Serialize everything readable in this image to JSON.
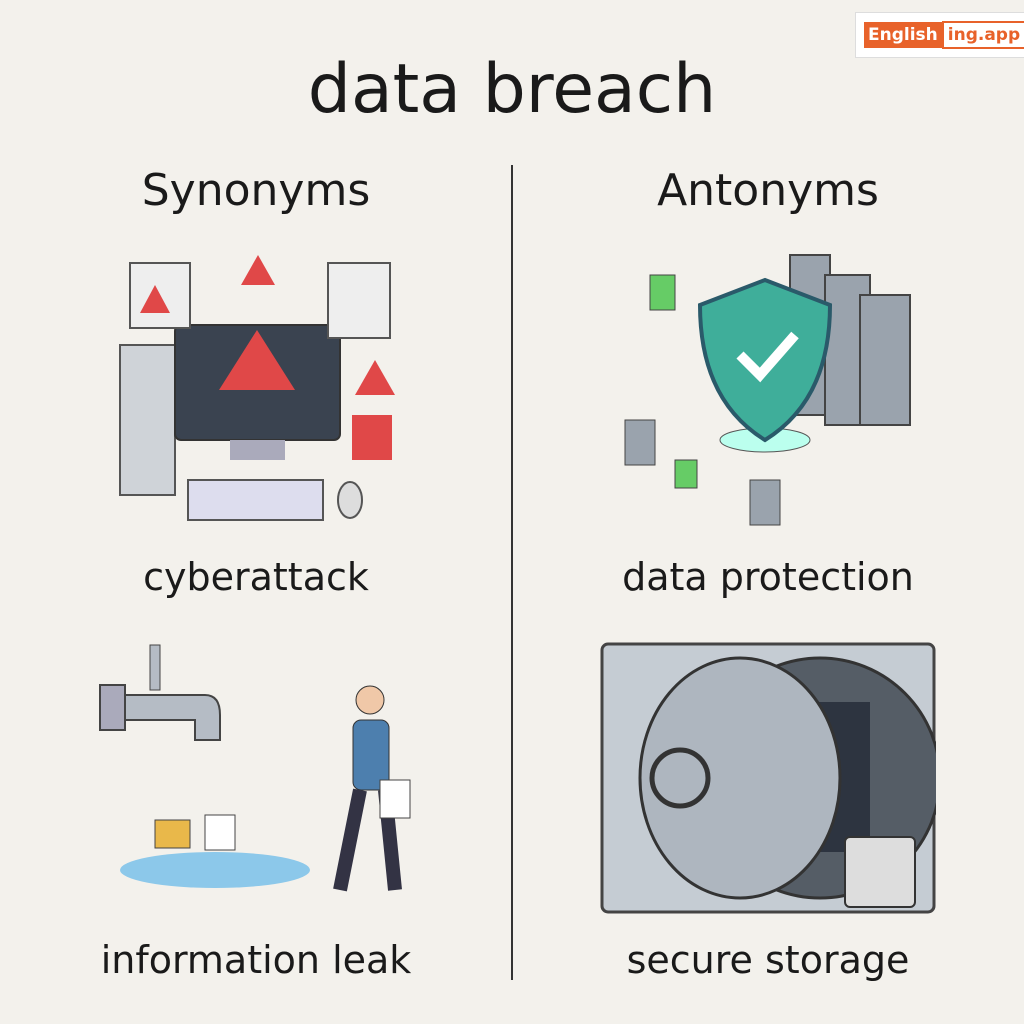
{
  "title": "data breach",
  "synonyms": {
    "heading": "Synonyms",
    "items": [
      "cyberattack",
      "information leak"
    ]
  },
  "antonyms": {
    "heading": "Antonyms",
    "items": [
      "data protection",
      "secure storage"
    ]
  },
  "logo": {
    "part1": "English",
    "part2": "ing.app"
  }
}
